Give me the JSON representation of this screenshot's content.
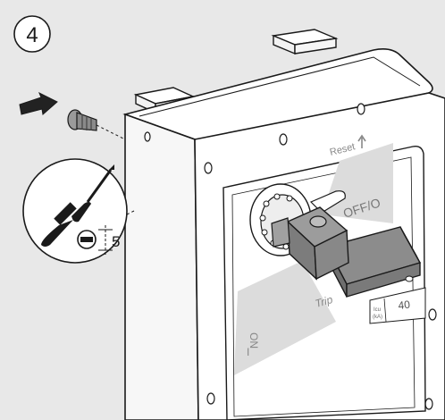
{
  "step": {
    "number": "4"
  },
  "tool_callout": {
    "dimension_value": "5"
  },
  "device_labels": {
    "reset": "Reset",
    "off": "OFF/O",
    "trip": "Trip",
    "on": "ON",
    "on_line": "I",
    "icu": "Icu",
    "ka": "(kA)",
    "rating": "40"
  },
  "colors": {
    "background": "#e8e8e8",
    "line": "#1a1a1a",
    "body_fill": "#ffffff",
    "shaft_fill": "#8c8c8c",
    "zone_fill": "#dcdcdc",
    "arrow_fill": "#222222"
  }
}
